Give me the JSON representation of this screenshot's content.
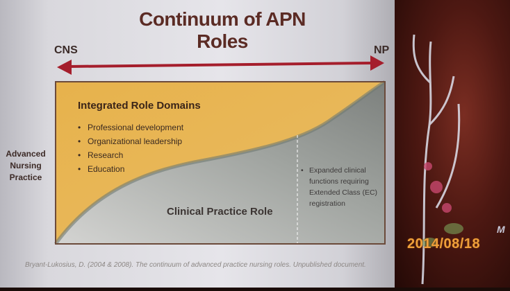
{
  "slide": {
    "title": "Continuum of APN Roles",
    "left_end": "CNS",
    "right_end": "NP",
    "side_label": [
      "Advanced",
      "Nursing",
      "Practice"
    ],
    "domains_title": "Integrated Role Domains",
    "domains": [
      "Professional development",
      "Organizational leadership",
      "Research",
      "Education"
    ],
    "clinical_label": "Clinical Practice Role",
    "ec_note": "Expanded clinical functions requiring Extended Class (EC) registration",
    "citation": "Bryant-Lukosius, D. (2004 & 2008). The continuum of advanced practice nursing roles. Unpublished document."
  },
  "photo": {
    "date_stamp": "2014/08/18",
    "partial_text": "M"
  },
  "colors": {
    "gold": "#e3ad46",
    "clinical_grey": "#8c8f8c",
    "arrow_red": "#a51e2c",
    "title_brown": "#5b2b24",
    "date_orange": "#f0a03a"
  }
}
